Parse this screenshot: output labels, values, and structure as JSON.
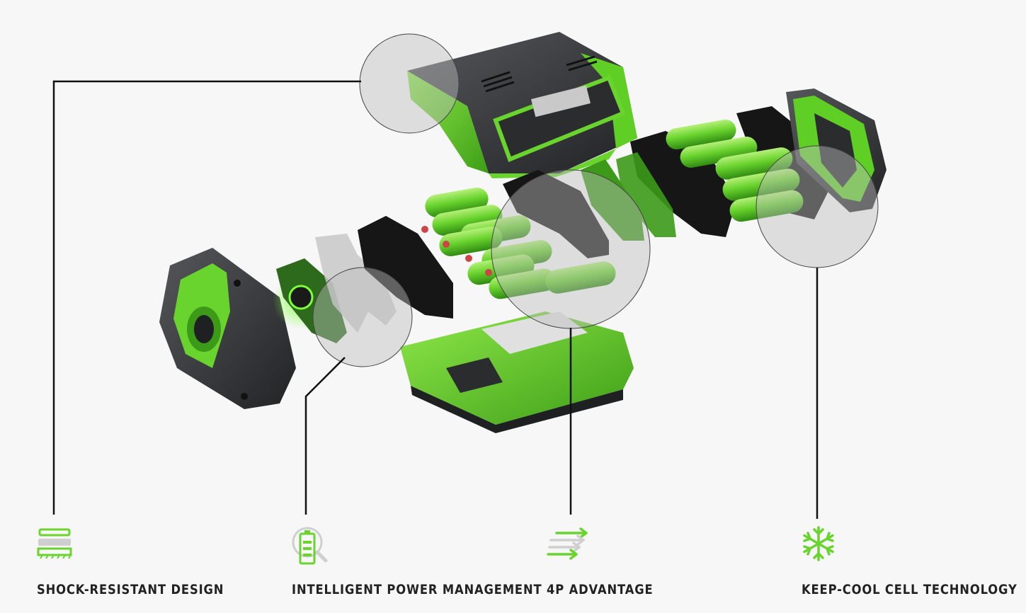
{
  "colors": {
    "accent": "#6ad42e",
    "accent_dark": "#3c9a18",
    "housing": "#3a3b3d",
    "housing_dark": "#1f2022",
    "callout_line": "#111111",
    "magnifier": "#bdbdbd",
    "label_text": "#222222"
  },
  "features": [
    {
      "label": "SHOCK-RESISTANT DESIGN",
      "icon": "layers-shock-icon"
    },
    {
      "label": "INTELLIGENT POWER MANAGEMENT",
      "icon": "battery-search-icon"
    },
    {
      "label": "4P ADVANTAGE",
      "icon": "parallel-arrows-icon"
    },
    {
      "label": "KEEP-COOL CELL TECHNOLOGY",
      "icon": "snowflake-icon"
    }
  ]
}
